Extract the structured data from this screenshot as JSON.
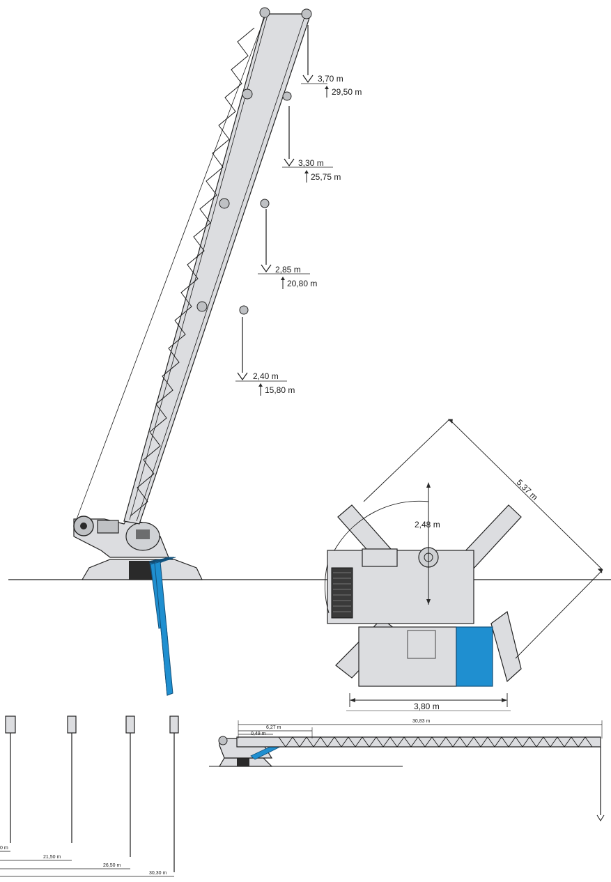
{
  "colors": {
    "structure": "#dcdde0",
    "outline": "#222222",
    "hydraulic": "#1f8fd0",
    "counterweight": "#1f8fd0"
  },
  "side_view": {
    "hooks": [
      {
        "radius": "3,70 m",
        "height": "29,50 m"
      },
      {
        "radius": "3,30 m",
        "height": "25,75 m"
      },
      {
        "radius": "2,85 m",
        "height": "20,80 m"
      },
      {
        "radius": "2,40 m",
        "height": "15,80 m"
      }
    ]
  },
  "top_view": {
    "diagonal": "5,37 m",
    "radius": "2,48 m",
    "width": "3,80 m"
  },
  "horizontal_view": {
    "overall_length": "30,83 m",
    "section_length": "6,27 m",
    "offset": "0,49 m"
  },
  "bottom_left": {
    "spans": [
      "21,50 m",
      "26,50 m",
      "30,30 m"
    ],
    "cut_label": "0 m"
  }
}
